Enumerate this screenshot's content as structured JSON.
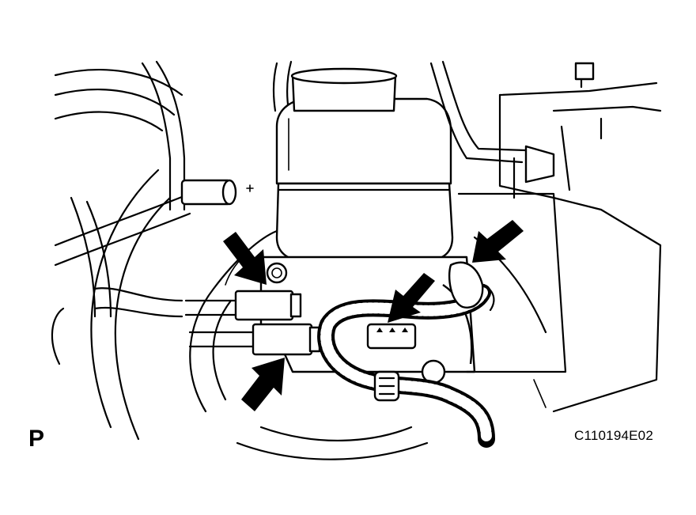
{
  "figure": {
    "view_label": "P",
    "figure_code": "C110194E02"
  },
  "colors": {
    "line": "#000000",
    "background": "#ffffff"
  },
  "callouts": [
    {
      "name": "arrow-brake-line-upper-nut",
      "icon": "arrow-icon"
    },
    {
      "name": "arrow-brake-line-lower-nut",
      "icon": "arrow-icon"
    },
    {
      "name": "arrow-harness-clamp",
      "icon": "arrow-icon"
    },
    {
      "name": "arrow-level-sensor-connector",
      "icon": "arrow-icon"
    }
  ]
}
